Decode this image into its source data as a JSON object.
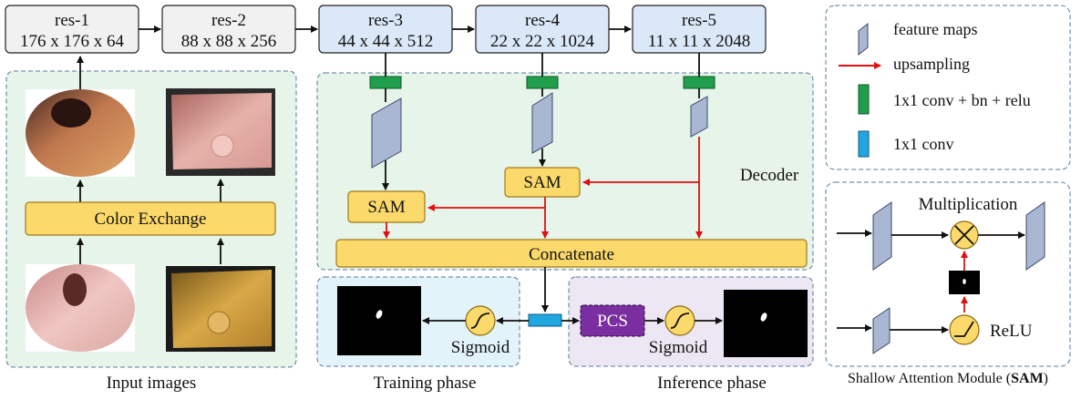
{
  "resnet": [
    {
      "name": "res-1",
      "dims": "176 x 176 x 64"
    },
    {
      "name": "res-2",
      "dims": "88 x 88 x 256"
    },
    {
      "name": "res-3",
      "dims": "44 x 44 x 512"
    },
    {
      "name": "res-4",
      "dims": "22 x 22 x 1024"
    },
    {
      "name": "res-5",
      "dims": "11 x 11 x 2048"
    }
  ],
  "input": {
    "color_exchange": "Color Exchange",
    "caption": "Input images"
  },
  "decoder": {
    "label": "Decoder",
    "sam_label": "SAM",
    "concatenate": "Concatenate"
  },
  "training": {
    "sigmoid": "Sigmoid",
    "caption": "Training phase"
  },
  "inference": {
    "pcs": "PCS",
    "sigmoid": "Sigmoid",
    "caption": "Inference phase"
  },
  "legend": {
    "feature_maps": "feature maps",
    "upsampling": "upsampling",
    "conv_bn_relu": "1x1 conv + bn + relu",
    "conv": "1x1 conv"
  },
  "sam_module": {
    "multiplication": "Multiplication",
    "relu": "ReLU",
    "caption_prefix": "Shallow Attention Module (",
    "caption_bold": "SAM",
    "caption_suffix": ")"
  },
  "colors": {
    "input_panel_bg": "#e6f4e9",
    "decoder_panel_bg": "#e6f4e9",
    "training_panel_bg": "#e3f3fa",
    "inference_panel_bg": "#ede7f3",
    "res_gray": "#f1f1f1",
    "res_blue": "#dbe8f8",
    "yellow": "#fbd96b",
    "green_conv": "#1f9e4c",
    "blue_conv": "#21a6e0",
    "pcs_purple": "#7a2ea0",
    "upsampling_red": "#e01010",
    "feature_map": "#a9b7d3"
  }
}
